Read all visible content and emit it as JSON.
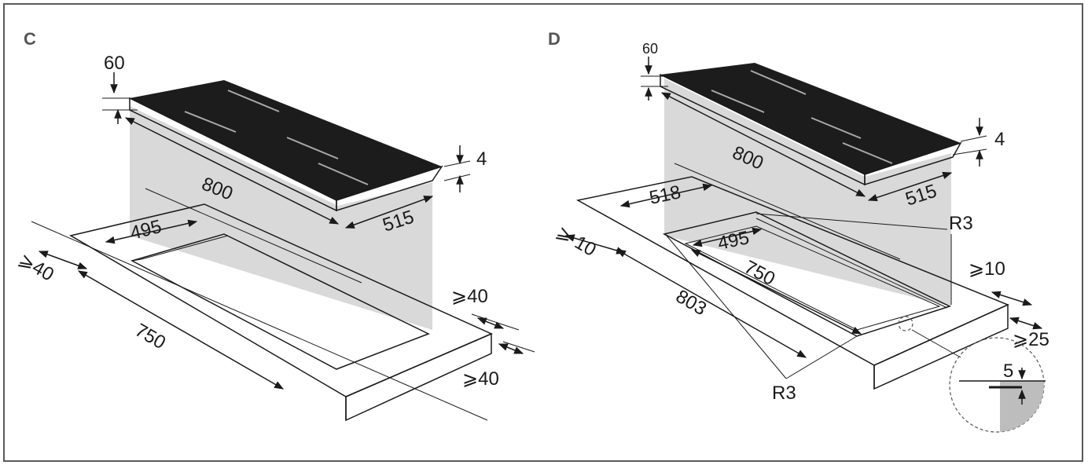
{
  "panels": [
    {
      "id": "C",
      "label": "C",
      "dims": {
        "glass_thickness": "60",
        "width": "800",
        "depth": "515",
        "edge_height": "4",
        "cutout_depth": "495",
        "cutout_width": "750",
        "front_margin": "⩾40",
        "back_margin": "⩾40",
        "side_margin": "⩾40"
      }
    },
    {
      "id": "D",
      "label": "D",
      "dims": {
        "glass_thickness": "60",
        "width": "800",
        "depth": "515",
        "edge_height": "4",
        "rebate_depth": "518",
        "cutout_depth": "495",
        "cutout_width": "750",
        "rebate_width": "803",
        "front_margin": "⩾ 10",
        "side_margin": "⩾10",
        "back_margin": "⩾25",
        "radius_top": "R3",
        "radius_bottom": "R3",
        "detail_depth": "5"
      }
    }
  ],
  "colors": {
    "hob_glass": "#1c1c1c",
    "worktop_shade": "#d9d9d9",
    "cutout_shade": "#e4e4e4",
    "line": "#1a1a1a",
    "frame": "#5a5a5a"
  }
}
